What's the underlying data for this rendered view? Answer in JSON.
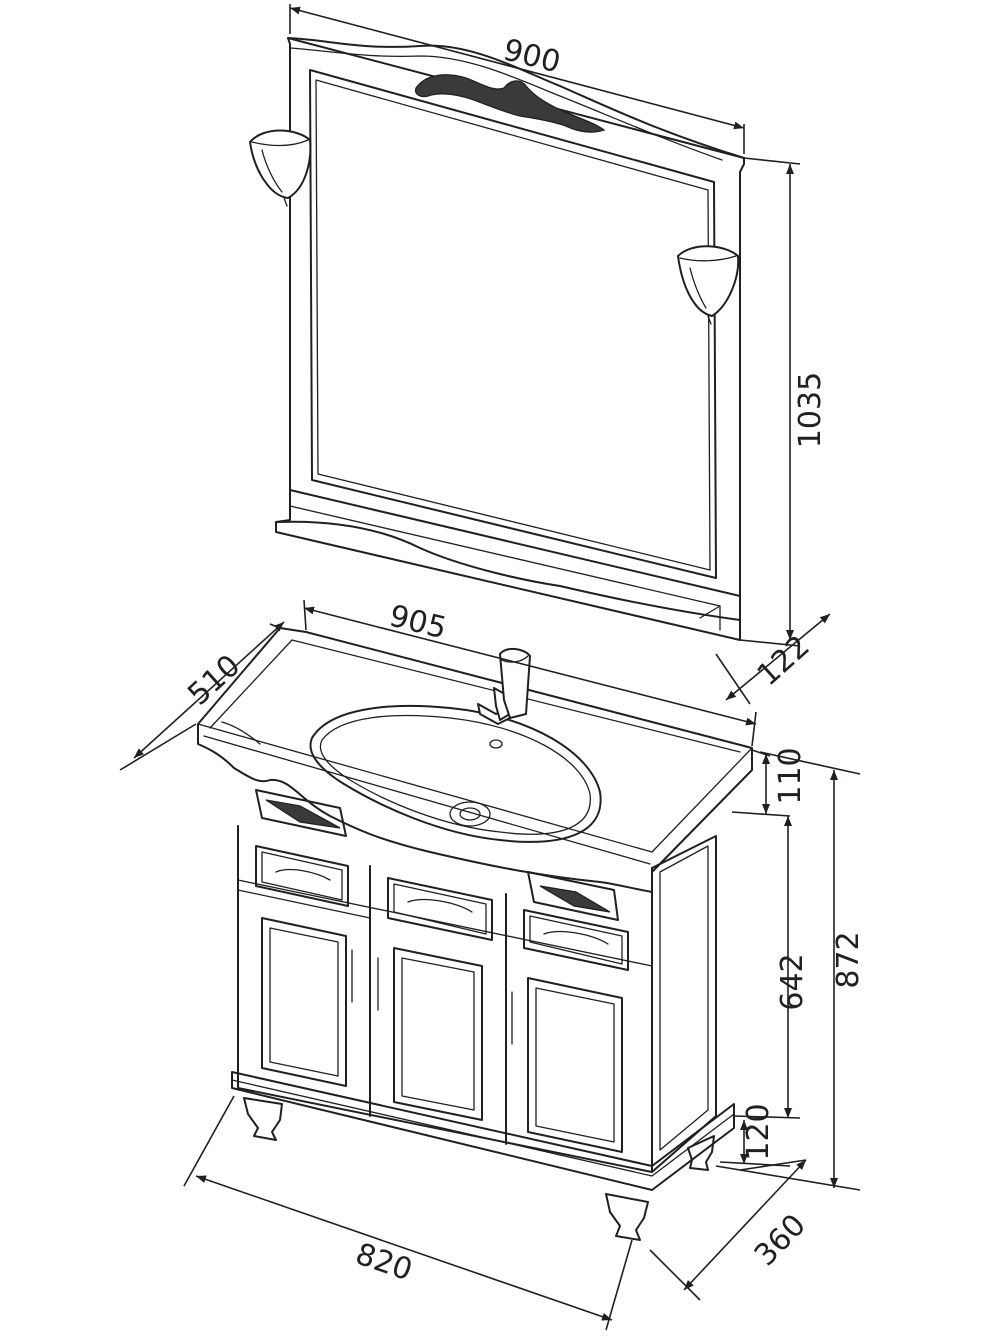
{
  "dimensions": {
    "mirror_width": "900",
    "mirror_height": "1035",
    "mirror_depth": "122",
    "sink_width": "905",
    "sink_depth": "510",
    "top_height": "110",
    "body_height": "642",
    "total_height": "872",
    "leg_height": "120",
    "cabinet_width": "820",
    "cabinet_depth": "360"
  }
}
